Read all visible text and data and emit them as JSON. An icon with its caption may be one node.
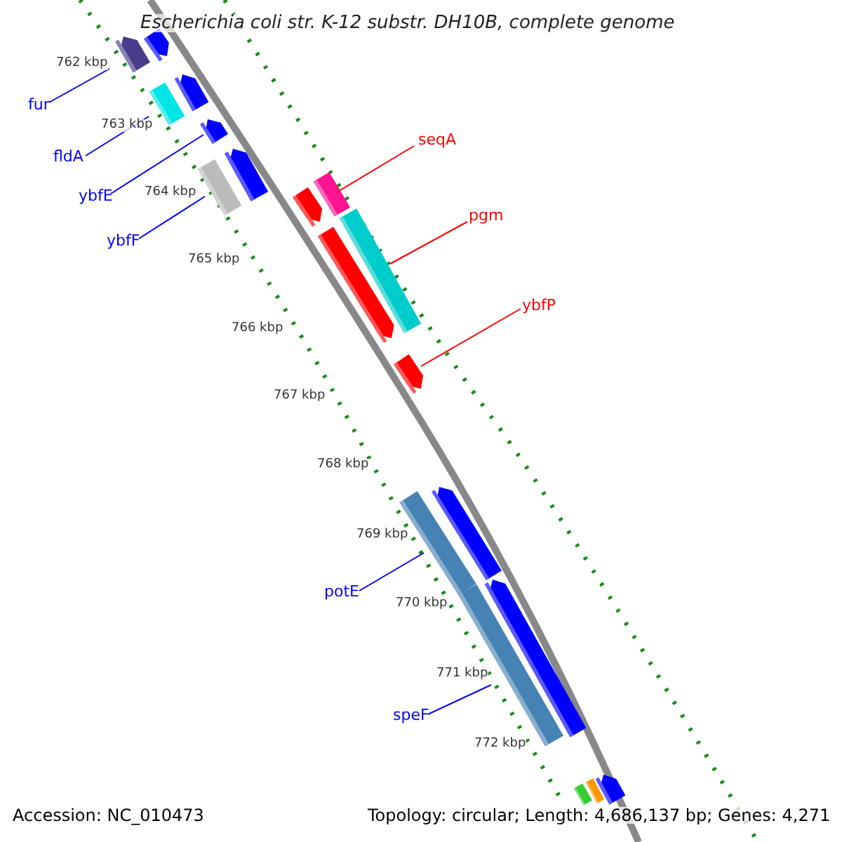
{
  "diagram": {
    "title": "Escherichia coli str. K-12 substr. DH10B, complete genome",
    "nodes": [
      {
        "text": [
          "fur"
        ]
      },
      {
        "text": [
          "fldA"
        ]
      },
      {
        "text": [
          "ybfE"
        ]
      },
      {
        "text": [
          "ybfF"
        ]
      },
      {
        "text": [
          "seqA"
        ]
      },
      {
        "text": [
          "pgm"
        ]
      },
      {
        "text": [
          "ybfP"
        ]
      },
      {
        "text": [
          "potE"
        ]
      },
      {
        "text": [
          "speF"
        ]
      },
      {
        "text": [],
        "shape": "bar"
      },
      {
        "text": [],
        "shape": "bar"
      },
      {
        "text": [],
        "shape": "bar"
      },
      {
        "text": [],
        "shape": "bar"
      },
      {
        "text": [],
        "shape": "bar"
      },
      {
        "text": [],
        "shape": "bar"
      },
      {
        "text": [],
        "shape": "bar"
      },
      {
        "text": [],
        "shape": "bar"
      },
      {
        "text": [],
        "shape": "bar"
      },
      {
        "text": [],
        "shape": "bar"
      },
      {
        "text": [],
        "shape": "bar"
      },
      {
        "text": [],
        "shape": "bar"
      },
      {
        "text": [],
        "shape": "bar"
      },
      {
        "text": [],
        "shape": "bar"
      },
      {
        "text": [],
        "shape": "bar"
      },
      {
        "text": [],
        "shape": "bar"
      },
      {
        "text": [],
        "shape": "bar"
      },
      {
        "text": [],
        "shape": "bar"
      },
      {
        "text": [],
        "shape": "bar"
      }
    ],
    "edges": [
      {
        "from": 0,
        "to": 9,
        "arrow": "none"
      },
      {
        "from": 1,
        "to": 10,
        "arrow": "none"
      },
      {
        "from": 2,
        "to": 11,
        "arrow": "none"
      },
      {
        "from": 3,
        "to": 12,
        "arrow": "none"
      },
      {
        "from": 4,
        "to": 13,
        "arrow": "none",
        "color": "#ff0000"
      },
      {
        "from": 5,
        "to": 14,
        "arrow": "none",
        "color": "#ff0000"
      },
      {
        "from": 6,
        "to": 15,
        "arrow": "none",
        "color": "#ff0000"
      },
      {
        "from": 7,
        "to": 16,
        "arrow": "none"
      },
      {
        "from": 8,
        "to": 17,
        "arrow": "none"
      }
    ],
    "labels": [
      "762 kbp",
      "763 kbp",
      "764 kbp",
      "765 kbp",
      "766 kbp",
      "767 kbp",
      "768 kbp",
      "769 kbp",
      "770 kbp",
      "771 kbp",
      "772 kbp",
      "Accession: NC_010473",
      "Topology: circular; Length: 4,686,137 bp; Genes: 4,271"
    ]
  }
}
